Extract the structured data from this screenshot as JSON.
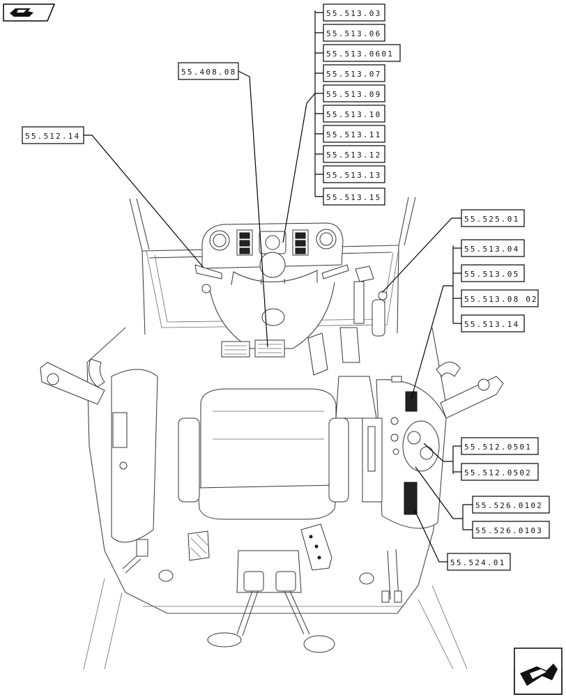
{
  "callouts": [
    {
      "id": "c-55-513-03",
      "label": "55.513.03"
    },
    {
      "id": "c-55-513-06",
      "label": "55.513.06"
    },
    {
      "id": "c-55-513-0601",
      "label": "55.513.0601"
    },
    {
      "id": "c-55-513-07",
      "label": "55.513.07"
    },
    {
      "id": "c-55-513-09",
      "label": "55.513.09"
    },
    {
      "id": "c-55-513-10",
      "label": "55.513.10"
    },
    {
      "id": "c-55-513-11",
      "label": "55.513.11"
    },
    {
      "id": "c-55-513-12",
      "label": "55.513.12"
    },
    {
      "id": "c-55-513-13",
      "label": "55.513.13"
    },
    {
      "id": "c-55-513-15",
      "label": "55.513.15"
    },
    {
      "id": "c-55-408-08",
      "label": "55.408.08"
    },
    {
      "id": "c-55-512-14",
      "label": "55.512.14"
    },
    {
      "id": "c-55-525-01",
      "label": "55.525.01"
    },
    {
      "id": "c-55-513-04",
      "label": "55.513.04"
    },
    {
      "id": "c-55-513-05",
      "label": "55.513.05"
    },
    {
      "id": "c-55-513-08-02",
      "label": "55.513.08 02"
    },
    {
      "id": "c-55-513-14",
      "label": "55.513.14"
    },
    {
      "id": "c-55-512-0501",
      "label": "55.512.0501"
    },
    {
      "id": "c-55-512-0502",
      "label": "55.512.0502"
    },
    {
      "id": "c-55-526-0102",
      "label": "55.526.0102"
    },
    {
      "id": "c-55-526-0103",
      "label": "55.526.0103"
    },
    {
      "id": "c-55-524-01",
      "label": "55.524.01"
    }
  ],
  "icons": {
    "top_left": "book-navigation-icon",
    "bottom_right": "next-page-arrow-icon"
  },
  "colors": {
    "line": "#000000",
    "background": "#ffffff"
  }
}
